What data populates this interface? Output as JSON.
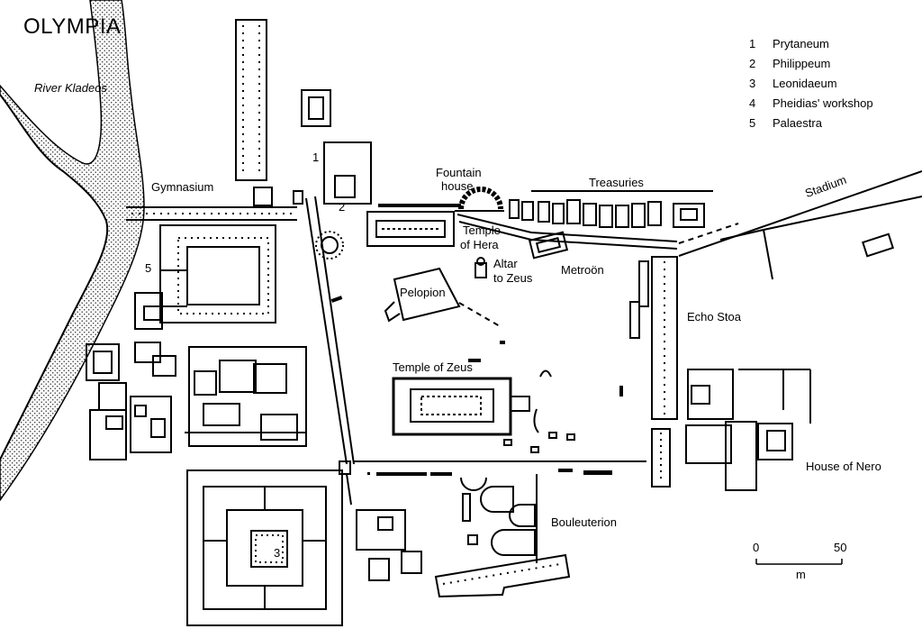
{
  "title": "OLYMPIA",
  "river_label": "River Kladeos",
  "legend": [
    {
      "num": "1",
      "name": "Prytaneum"
    },
    {
      "num": "2",
      "name": "Philippeum"
    },
    {
      "num": "3",
      "name": "Leonidaeum"
    },
    {
      "num": "4",
      "name": "Pheidias' workshop"
    },
    {
      "num": "5",
      "name": "Palaestra"
    }
  ],
  "labels": {
    "gymnasium": "Gymnasium",
    "fountain_line1": "Fountain",
    "fountain_line2": "house",
    "treasuries": "Treasuries",
    "stadium": "Stadium",
    "hera_line1": "Temple",
    "hera_line2": "of Hera",
    "altar_line1": "Altar",
    "altar_line2": "to Zeus",
    "metroon": "Metroön",
    "pelopion": "Pelopion",
    "echo_stoa": "Echo Stoa",
    "temple_zeus": "Temple of Zeus",
    "house_nero": "House of Nero",
    "bouleuterion": "Bouleuterion",
    "n1": "1",
    "n2": "2",
    "n3": "3",
    "n5": "5"
  },
  "scale": {
    "start": "0",
    "end": "50",
    "unit": "m"
  }
}
